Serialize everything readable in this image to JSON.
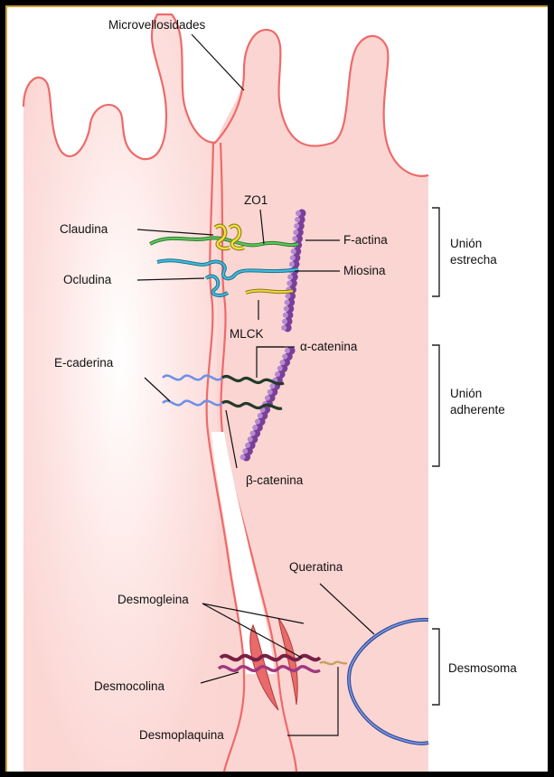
{
  "labels": {
    "microvellosidades": "Microvellosidades",
    "zo1": "ZO1",
    "claudina": "Claudina",
    "f_actina": "F-actina",
    "ocludina": "Ocludina",
    "miosina": "Miosina",
    "mlck": "MLCK",
    "alpha_catenina": "α-catenina",
    "e_caderina": "E-caderina",
    "beta_catenina": "β-catenina",
    "queratina": "Queratina",
    "desmogleina": "Desmogleina",
    "desmocolina": "Desmocolina",
    "desmoplaquina": "Desmoplaquina"
  },
  "junctions": {
    "tight_line1": "Unión",
    "tight_line2": "estrecha",
    "adherens_line1": "Unión",
    "adherens_line2": "adherente",
    "desmosome": "Desmosoma"
  },
  "colors": {
    "cell_fill": "#fbd9d6",
    "membrane": "#ee6a6a",
    "claudin": "#e9d83a",
    "occludin": "#2aa6c8",
    "zo1": "#3aa83a",
    "mlck": "#e3c62a",
    "actin": "#9b62b8",
    "cadherin": "#7f9ff0",
    "catenin": "#2f4a3a",
    "desmoglein": "#8a2a50",
    "desmocollin": "#a23a7a",
    "keratin": "#4f6fbf",
    "plaque": "#e56a6a"
  }
}
